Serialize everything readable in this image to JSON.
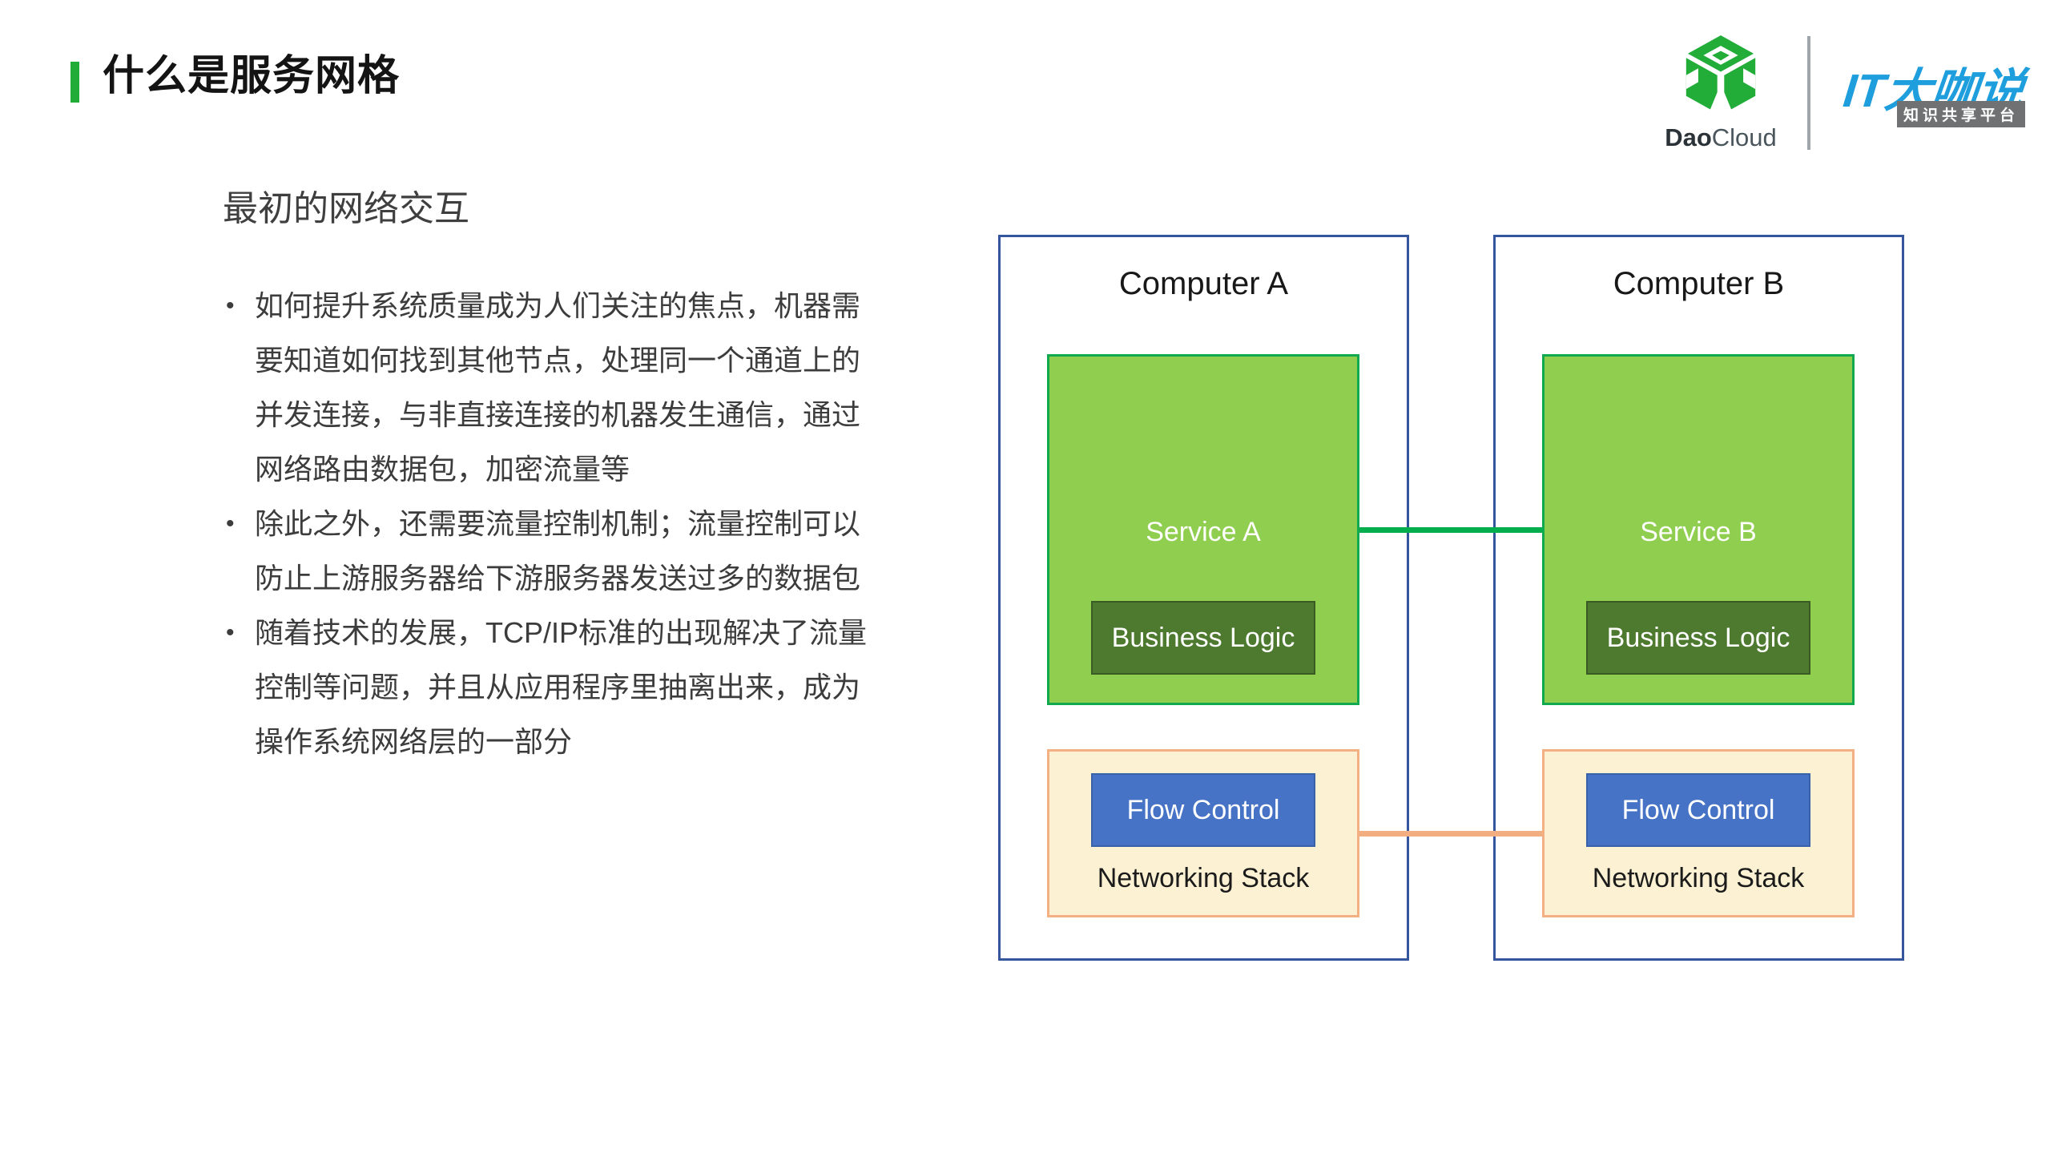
{
  "slide": {
    "title": "什么是服务网格",
    "subtitle": "最初的网络交互",
    "bullets": [
      {
        "lines": [
          "如何提升系统质量成为人们关注的焦点，机器需",
          "要知道如何找到其他节点，处理同一个通道上的",
          "并发连接，与非直接连接的机器发生通信，通过",
          "网络路由数据包，加密流量等"
        ]
      },
      {
        "lines": [
          "除此之外，还需要流量控制机制；流量控制可以",
          "防止上游服务器给下游服务器发送过多的数据包"
        ]
      },
      {
        "lines": [
          "随着技术的发展，TCP/IP标准的出现解决了流量",
          "控制等问题，并且从应用程序里抽离出来，成为",
          "操作系统网络层的一部分"
        ]
      }
    ]
  },
  "logos": {
    "daocloud": {
      "bold_part": "Dao",
      "light_part": "Cloud"
    },
    "itdks": {
      "text": "IT大咖说",
      "tagline": "知识共享平台"
    }
  },
  "diagram": {
    "computers": [
      {
        "title": "Computer A",
        "service_label": "Service A",
        "business_logic_label": "Business Logic",
        "flow_control_label": "Flow Control",
        "networking_stack_label": "Networking Stack"
      },
      {
        "title": "Computer B",
        "service_label": "Service B",
        "business_logic_label": "Business Logic",
        "flow_control_label": "Flow Control",
        "networking_stack_label": "Networking Stack"
      }
    ],
    "colors": {
      "accent_bar": "#21AC38",
      "computer_border": "#35559C",
      "service_fill": "#90CE50",
      "service_border": "#10A94F",
      "business_logic_fill": "#4E7A30",
      "business_logic_border": "#3A5B24",
      "networking_stack_fill": "#FCF2D3",
      "networking_stack_border": "#F3B183",
      "flow_control_fill": "#4673C5",
      "flow_control_border": "#3A62A8",
      "service_link": "#04AE4D",
      "stack_link": "#F2AE80",
      "itdks_blue": "#1E9EDD",
      "daocloud_green": "#22AC38"
    }
  }
}
